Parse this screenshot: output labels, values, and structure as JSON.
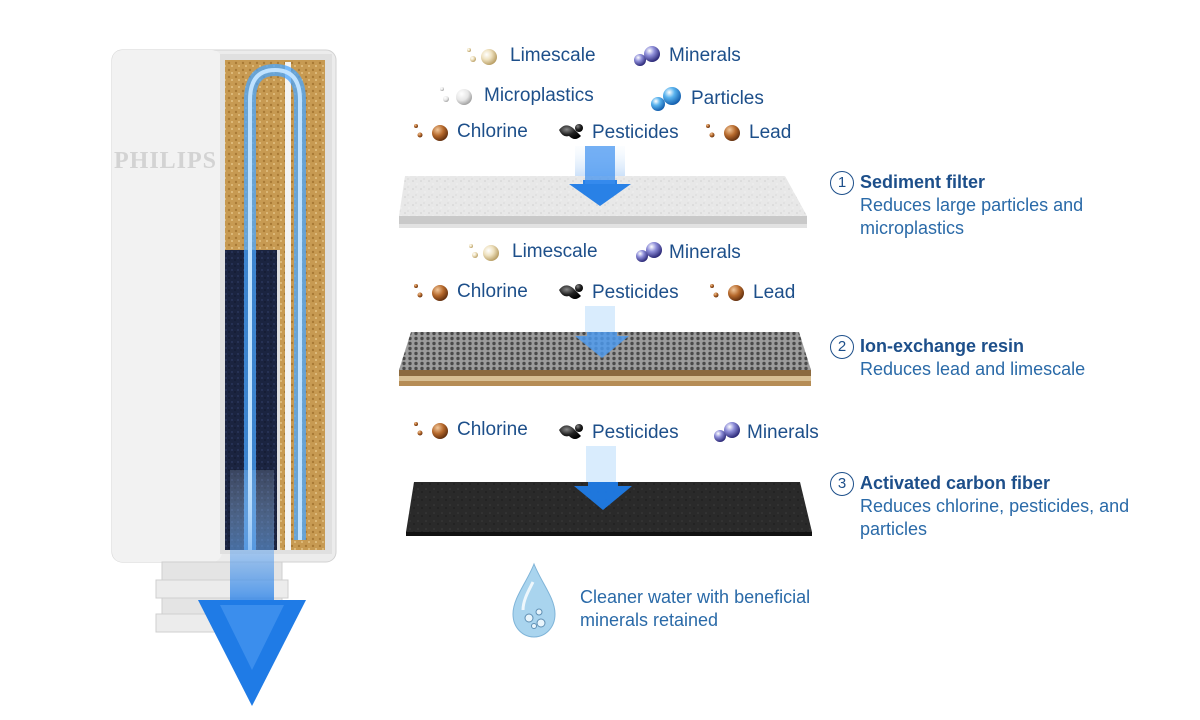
{
  "brand": "PHILIPS",
  "colors": {
    "accent": "#1d4f8a",
    "flow_blue": "#1e7ff0",
    "water": "#a9d4ee"
  },
  "contaminants": {
    "group1": {
      "row1": [
        "Limescale",
        "Minerals"
      ],
      "row2": [
        "Microplastics",
        "Particles"
      ],
      "row3": [
        "Chlorine",
        "Pesticides",
        "Lead"
      ]
    },
    "group2": {
      "row1": [
        "Limescale",
        "Minerals"
      ],
      "row2": [
        "Chlorine",
        "Pesticides",
        "Lead"
      ]
    },
    "group3": {
      "row1": [
        "Chlorine",
        "Pesticides",
        "Minerals"
      ]
    }
  },
  "steps": [
    {
      "number": "1",
      "title": "Sediment filter",
      "description": "Reduces large particles and microplastics"
    },
    {
      "number": "2",
      "title": "Ion-exchange resin",
      "description": "Reduces lead and limescale"
    },
    {
      "number": "3",
      "title": "Activated carbon fiber",
      "description": "Reduces chlorine, pesticides, and particles"
    }
  ],
  "result": {
    "text": "Cleaner water with beneficial minerals retained",
    "icon": "water-drop-icon"
  }
}
